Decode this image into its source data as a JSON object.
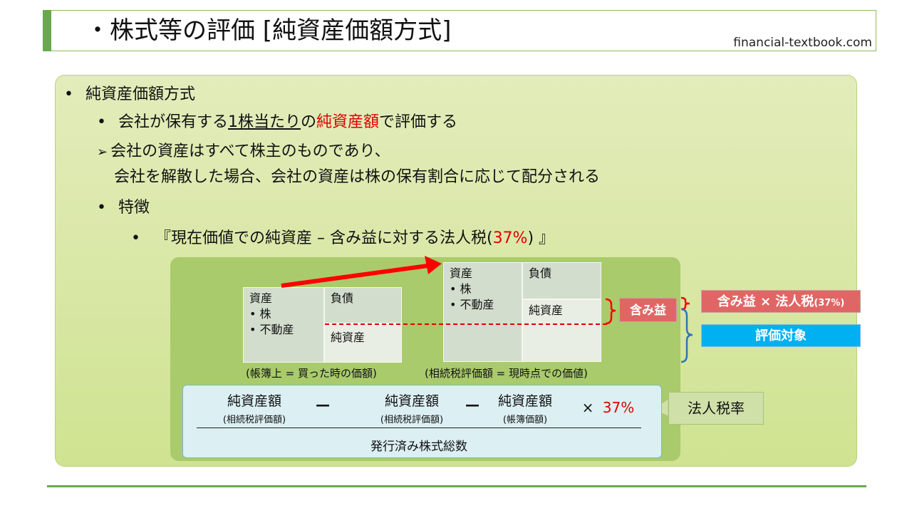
{
  "header": {
    "title": "・株式等の評価 [純資産価額方式]",
    "site": "financial-textbook.com"
  },
  "bullets": {
    "b1": "純資産価額方式",
    "b2": {
      "pre": "会社が保有する",
      "underline": "1株当たり",
      "mid": "の",
      "highlight": "純資産額",
      "post": "で評価する"
    },
    "b3_line1": "会社の資産はすべて株主のものであり、",
    "b3_line2": "会社を解散した場合、会社の資産は株の保有割合に応じて配分される",
    "b4": "特徴",
    "b5": {
      "pre": "『現在価値での純資産 – 含み益に対する法人税(",
      "rate": "37%",
      "post": ") 』"
    }
  },
  "bullet_symbol": "•",
  "arrow_symbol": "➢",
  "diagram": {
    "left_sheet": {
      "assets_title": "資産",
      "asset_items": [
        "株",
        "不動産"
      ],
      "liabilities": "負債",
      "net_assets": "純資産",
      "caption": "(帳簿上 = 買った時の価額)"
    },
    "right_sheet": {
      "assets_title": "資産",
      "asset_items": [
        "株",
        "不動産"
      ],
      "liabilities": "負債",
      "net_assets": "純資産",
      "caption": "(相続税評価額 = 現時点での価値)"
    },
    "unrealized_gain": "含み益",
    "tax_on_gain_prefix": "含み益 × 法人税",
    "tax_on_gain_rate": "(37%)",
    "evaluation_target": "評価対象"
  },
  "formula": {
    "term1_main": "純資産額",
    "term1_sub": "(相続税評価額)",
    "term2_main": "純資産額",
    "term2_sub": "(相続税評価額)",
    "term3_main": "純資産額",
    "term3_sub": "(帳簿価額)",
    "minus": "—",
    "times": "×",
    "rate": "37%",
    "denominator": "発行済み株式総数",
    "callout": "法人税率"
  },
  "colors": {
    "accent_green": "#6aa84f",
    "red": "#e00000",
    "gain_tag": "#e06666",
    "target_tag": "#00b0f0",
    "brace_blue": "#2f75b5"
  }
}
